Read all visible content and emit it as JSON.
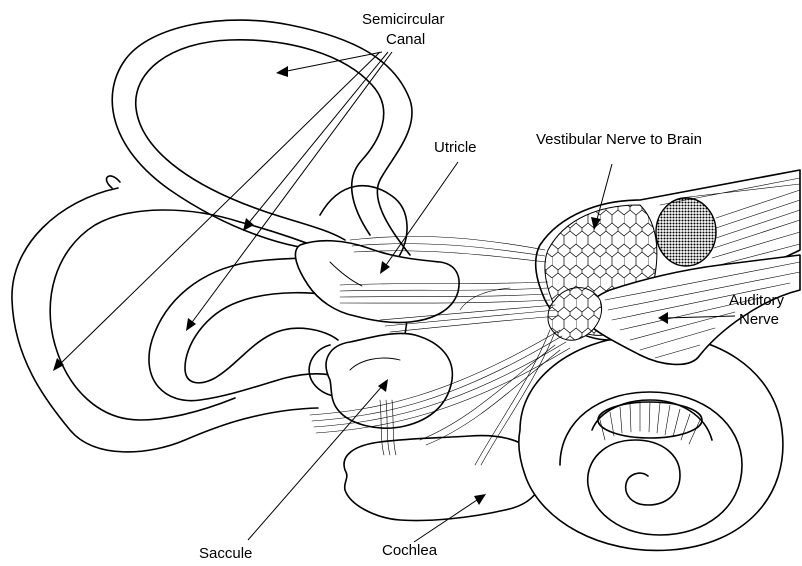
{
  "labels": {
    "semicircular_canal_line1": "Semicircular",
    "semicircular_canal_line2": "Canal",
    "utricle": "Utricle",
    "vestibular_nerve": "Vestibular Nerve to Brain",
    "auditory_nerve_line1": "Auditory",
    "auditory_nerve_line2": "Nerve",
    "saccule": "Saccule",
    "cochlea": "Cochlea"
  }
}
